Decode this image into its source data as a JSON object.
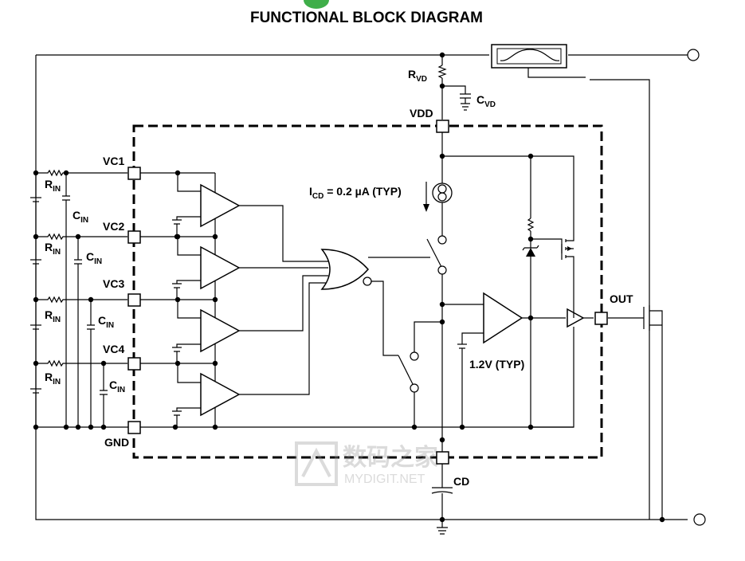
{
  "title": "FUNCTIONAL BLOCK DIAGRAM",
  "labels": {
    "rvd": {
      "main": "R",
      "sub": "VD"
    },
    "cvd": {
      "main": "C",
      "sub": "VD"
    },
    "vdd": "VDD",
    "vc1": "VC1",
    "vc2": "VC2",
    "vc3": "VC3",
    "vc4": "VC4",
    "gnd": "GND",
    "rin": {
      "main": "R",
      "sub": "IN"
    },
    "cin": {
      "main": "C",
      "sub": "IN"
    },
    "icd": {
      "pre": "I",
      "sub": "CD",
      "post": " = 0.2 µA (TYP)"
    },
    "vref": "1.2V (TYP)",
    "out": "OUT",
    "cd": "CD"
  },
  "watermark": {
    "cn": "数码之家",
    "en": "MYDIGIT.NET"
  },
  "colors": {
    "line": "#000000",
    "background": "#ffffff",
    "watermark": "#c8c8c8",
    "logo": "#3fae49"
  }
}
